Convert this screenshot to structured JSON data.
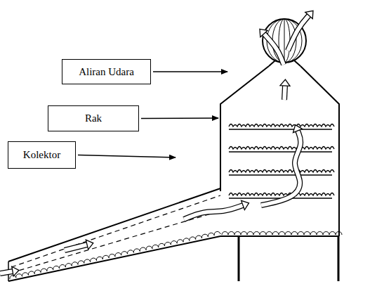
{
  "diagram": {
    "nodes": [
      {
        "text": [
          "Aliran Udara"
        ]
      },
      {
        "text": [
          "Rak"
        ]
      },
      {
        "text": [
          "Kolektor"
        ]
      }
    ]
  }
}
